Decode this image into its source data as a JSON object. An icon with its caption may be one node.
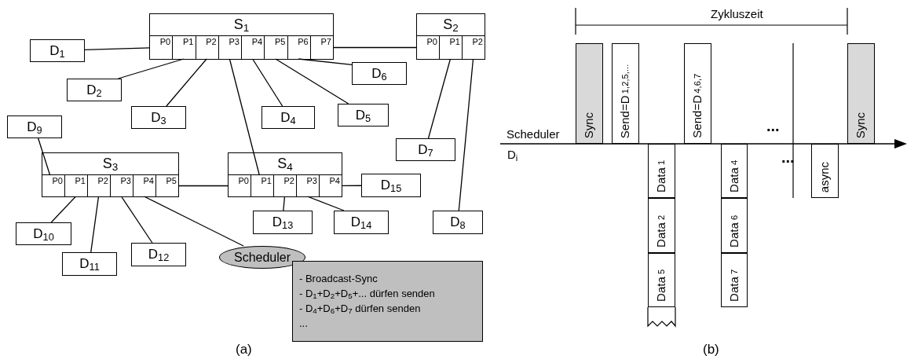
{
  "diagram": {
    "nodes": [
      {
        "text": [
          "S$_{1}$"
        ]
      },
      {
        "text": [
          "P0"
        ],
        "in": 0
      },
      {
        "text": [
          "P1"
        ],
        "in": 0
      },
      {
        "text": [
          "P2"
        ],
        "in": 0
      },
      {
        "text": [
          "P3"
        ],
        "in": 0
      },
      {
        "text": [
          "P4"
        ],
        "in": 0
      },
      {
        "text": [
          "P5"
        ],
        "in": 0
      },
      {
        "text": [
          "P6"
        ],
        "in": 0
      },
      {
        "text": [
          "P7"
        ],
        "in": 0
      },
      {
        "text": [
          "S$_{2}$"
        ]
      },
      {
        "text": [
          "P0"
        ],
        "in": 9
      },
      {
        "text": [
          "P1"
        ],
        "in": 9
      },
      {
        "text": [
          "P2"
        ],
        "in": 9
      },
      {
        "text": [
          "D$_{1}$"
        ]
      },
      {
        "text": [
          "D$_{6}$"
        ]
      },
      {
        "text": [
          "D$_{2}$"
        ]
      },
      {
        "text": [
          "D$_{3}$"
        ]
      },
      {
        "text": [
          "D$_{4}$"
        ]
      },
      {
        "text": [
          "D$_{5}$"
        ]
      },
      {
        "text": [
          "D$_{9}$"
        ]
      },
      {
        "text": [
          "D$_{7}$"
        ]
      },
      {
        "text": [
          "S$_{3}$"
        ]
      },
      {
        "text": [
          "P0"
        ],
        "in": 21
      },
      {
        "text": [
          "P1"
        ],
        "in": 21
      },
      {
        "text": [
          "P2"
        ],
        "in": 21
      },
      {
        "text": [
          "P3"
        ],
        "in": 21
      },
      {
        "text": [
          "P4"
        ],
        "in": 21
      },
      {
        "text": [
          "P5"
        ],
        "in": 21
      },
      {
        "text": [
          "S$_{4}$"
        ]
      },
      {
        "text": [
          "P0"
        ],
        "in": 28
      },
      {
        "text": [
          "P1"
        ],
        "in": 28
      },
      {
        "text": [
          "P2"
        ],
        "in": 28
      },
      {
        "text": [
          "P3"
        ],
        "in": 28
      },
      {
        "text": [
          "P4"
        ],
        "in": 28
      },
      {
        "text": [
          "D$_{15}$"
        ]
      },
      {
        "text": [
          "D$_{10}$"
        ]
      },
      {
        "text": [
          "D$_{13}$"
        ]
      },
      {
        "text": [
          "D$_{14}$"
        ]
      },
      {
        "text": [
          "D$_{8}$"
        ]
      },
      {
        "text": [
          "D$_{11}$"
        ]
      },
      {
        "text": [
          "D$_{12}$"
        ]
      },
      {
        "text": [
          "Scheduler"
        ]
      },
      {
        "text": [
          "- Broadcast-Sync",
          "- D$_{1}$+D$_{2}$+D$_{5}$+... dürfen senden",
          "- D$_{4}$+D$_{6}$+D$_{7}$ dürfen senden",
          "..."
        ]
      },
      {
        "text": [
          "Sync"
        ]
      },
      {
        "text": [
          "Send=D$_{1,2,5,...}$"
        ]
      },
      {
        "text": [
          "Send=D$_{4,6,7}$"
        ]
      },
      {
        "text": [
          "Sync"
        ]
      },
      {
        "text": [
          "Data$_{1}$"
        ]
      },
      {
        "text": [
          "Data$_{2}$"
        ]
      },
      {
        "text": [
          "Data$_{5}$"
        ]
      },
      {
        "text": [
          "Data$_{4}$"
        ]
      },
      {
        "text": [
          "Data$_{6}$"
        ]
      },
      {
        "text": [
          "Data$_{7}$"
        ]
      },
      {
        "text": [
          "async"
        ]
      }
    ],
    "edges": [
      {
        "from": 13,
        "to": 1,
        "arrow": "none"
      },
      {
        "from": 2,
        "to": 15,
        "arrow": "none"
      },
      {
        "from": 3,
        "to": 16,
        "arrow": "none"
      },
      {
        "from": 4,
        "to": 30,
        "arrow": "none"
      },
      {
        "from": 5,
        "to": 17,
        "arrow": "none"
      },
      {
        "from": 6,
        "to": 18,
        "arrow": "none"
      },
      {
        "from": 7,
        "to": 14,
        "arrow": "none"
      },
      {
        "from": 8,
        "to": 10,
        "arrow": "none"
      },
      {
        "from": 11,
        "to": 20,
        "arrow": "none"
      },
      {
        "from": 12,
        "to": 38,
        "arrow": "none"
      },
      {
        "from": 19,
        "to": 22,
        "arrow": "none"
      },
      {
        "from": 23,
        "to": 35,
        "arrow": "none"
      },
      {
        "from": 24,
        "to": 39,
        "arrow": "none"
      },
      {
        "from": 25,
        "to": 40,
        "arrow": "none"
      },
      {
        "from": 26,
        "to": 41,
        "arrow": "none"
      },
      {
        "from": 27,
        "to": 29,
        "arrow": "none"
      },
      {
        "from": 31,
        "to": 36,
        "arrow": "none"
      },
      {
        "from": 32,
        "to": 37,
        "arrow": "none"
      },
      {
        "from": 33,
        "to": 34,
        "arrow": "none"
      }
    ],
    "labels": [
      "Zykluszeit",
      "...",
      "Scheduler",
      "D$_{i}$",
      "...",
      "(a)",
      "(b)"
    ]
  }
}
